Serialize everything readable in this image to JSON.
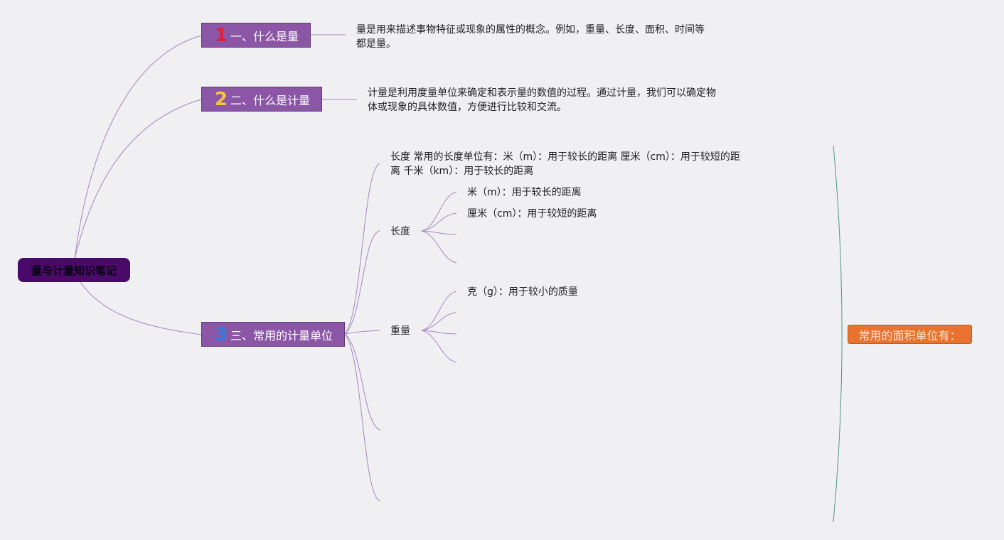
{
  "root": {
    "label": "量与计量知识笔记"
  },
  "topics": [
    {
      "number": "1",
      "number_color": "#e0203b",
      "label": "一、什么是量",
      "description": "量是用来描述事物特征或现象的属性的概念。例如，重量、长度、面积、时间等都是量。"
    },
    {
      "number": "2",
      "number_color": "#f4c640",
      "label": "二、什么是计量",
      "description": "计量是利用度量单位来确定和表示量的数值的过程。通过计量，我们可以确定物体或现象的具体数值，方便进行比较和交流。"
    },
    {
      "number": "3",
      "number_color": "#2c7fe0",
      "label": "三、常用的计量单位"
    }
  ],
  "units": {
    "summary": "长度 常用的长度单位有：米（m）：用于较长的距离 厘米（cm）：用于较短的距离 千米（km）：用于较长的距离",
    "length": {
      "label": "长度",
      "items": [
        "米（m）：用于较长的距离",
        "厘米（cm）：用于较短的距离"
      ]
    },
    "weight": {
      "label": "重量",
      "items": [
        "克（g）：用于较小的质量"
      ]
    }
  },
  "side_topic": {
    "label": "常用的面积单位有："
  }
}
